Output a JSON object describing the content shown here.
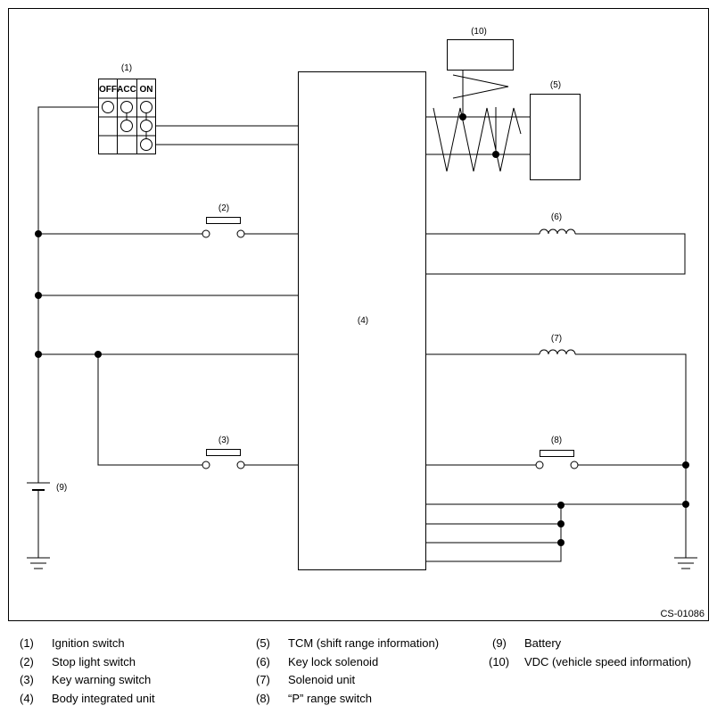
{
  "labels": {
    "ignition": "(1)",
    "stop_light": "(2)",
    "key_warning": "(3)",
    "body_unit": "(4)",
    "tcm": "(5)",
    "key_lock": "(6)",
    "solenoid_unit": "(7)",
    "p_range": "(8)",
    "battery": "(9)",
    "vdc": "(10)"
  },
  "ignition_table": {
    "headers": [
      "OFF",
      "ACC",
      "ON"
    ]
  },
  "code": "CS-01086",
  "legend": [
    {
      "num": "(1)",
      "text": "Ignition switch"
    },
    {
      "num": "(2)",
      "text": "Stop light switch"
    },
    {
      "num": "(3)",
      "text": "Key warning switch"
    },
    {
      "num": "(4)",
      "text": "Body integrated unit"
    },
    {
      "num": "(5)",
      "text": "TCM (shift range information)"
    },
    {
      "num": "(6)",
      "text": "Key lock solenoid"
    },
    {
      "num": "(7)",
      "text": "Solenoid unit"
    },
    {
      "num": "(8)",
      "text": "“P” range switch"
    },
    {
      "num": "(9)",
      "text": "Battery"
    },
    {
      "num": "(10)",
      "text": "VDC (vehicle speed information)"
    }
  ]
}
